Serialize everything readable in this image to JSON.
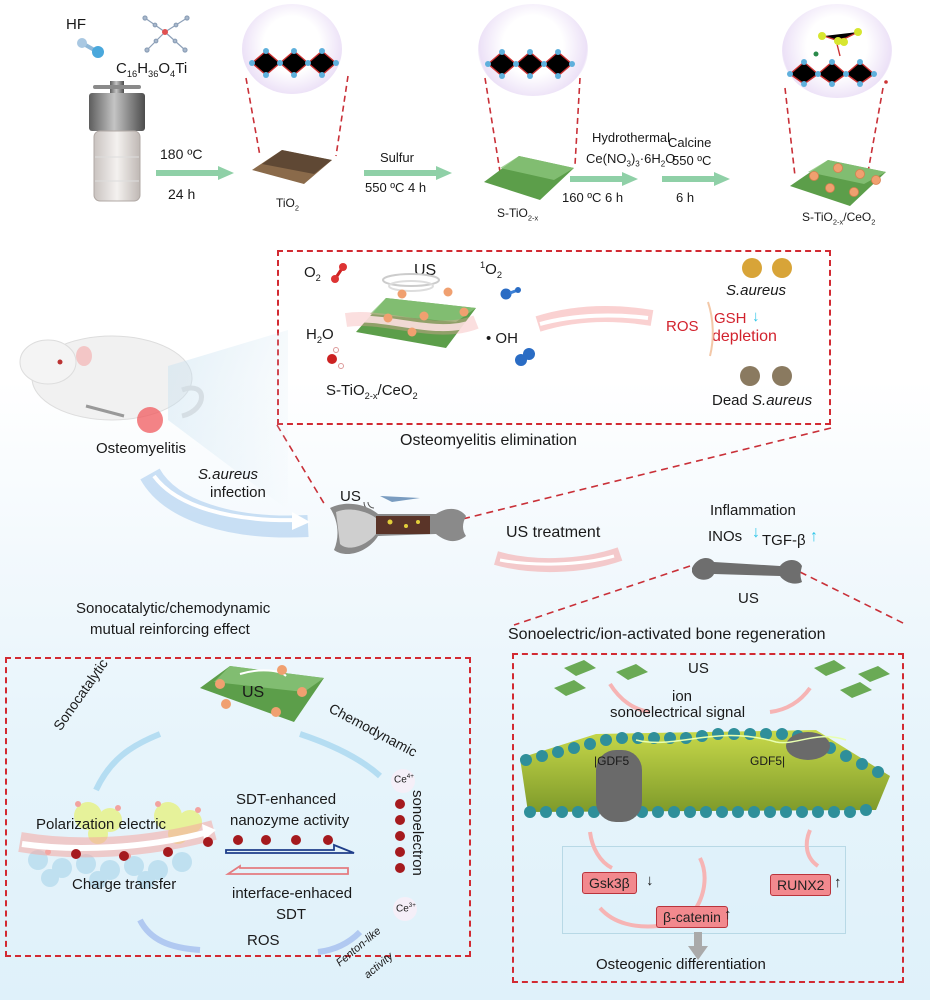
{
  "synthesis": {
    "reagents": {
      "hf": "HF",
      "precursor_main": "C",
      "precursor_sub1": "16",
      "precursor_h": "H",
      "precursor_sub2": "36",
      "precursor_o": "O",
      "precursor_sub3": "4",
      "precursor_ti": "Ti"
    },
    "step1": {
      "temp": "180 ºC",
      "time": "24 h"
    },
    "product1": {
      "main": "TiO",
      "sub": "2"
    },
    "step2": {
      "reagent": "Sulfur",
      "conditions": "550 ºC  4 h"
    },
    "product2": {
      "main": "S-TiO",
      "sub": "2-x"
    },
    "step3": {
      "method": "Hydrothermal",
      "reagent_pre": "Ce(NO",
      "reagent_sub1": "3",
      "reagent_mid": ")",
      "reagent_sub2": "3",
      "reagent_post": "·6H",
      "reagent_sub3": "2",
      "reagent_end": "O",
      "conditions": "160 ºC 6 h"
    },
    "step4": {
      "method": "Calcine",
      "temp": "550 ºC",
      "time": "6 h"
    },
    "product4": {
      "main": "S-TiO",
      "sub": "2-x",
      "suffix": "/CeO",
      "sub2": "2"
    }
  },
  "elimination_panel": {
    "o2": "O",
    "o2_sub": "2",
    "h2o_h": "H",
    "h2o_sub": "2",
    "h2o_o": "O",
    "us": "US",
    "singlet_sup": "1",
    "singlet": "O",
    "singlet_sub": "2",
    "hydroxyl": "• OH",
    "material_main": "S-TiO",
    "material_sub": "2-x",
    "material_suffix": "/CeO",
    "material_sub2": "2",
    "bacteria_live": "S.aureus",
    "ros": "ROS",
    "gsh": "GSH",
    "depletion": "depletion",
    "dead_prefix": "Dead",
    "dead_bacteria": "S.aureus",
    "caption": "Osteomyelitis elimination"
  },
  "infection": {
    "model_label": "Osteomyelitis",
    "pathogen": "S.aureus",
    "infection_label": "infection",
    "us_label": "US"
  },
  "treatment": {
    "arrow_label": "US treatment",
    "inflammation": "Inflammation",
    "inos": "INOs",
    "tgf": "TGF-β",
    "us_label": "US"
  },
  "mutual_panel": {
    "title_line1": "Sonocatalytic/chemodynamic",
    "title_line2": "mutual reinforcing effect",
    "us": "US",
    "sonocatalytic": "Sonocatalytic",
    "chemodynamic": "Chemodynamic",
    "ce4": "Ce",
    "ce4_sup": "4+",
    "ce3": "Ce",
    "ce3_sup": "3+",
    "sonoelectron": "sonoelectron",
    "polarization": "Polarization electric",
    "charge_transfer": "Charge transfer",
    "sdt_line1": "SDT-enhanced",
    "sdt_line2": "nanozyme activity",
    "interface_line1": "interface-enhaced",
    "interface_line2": "SDT",
    "ros": "ROS",
    "fenton_line1": "Fenton-like",
    "fenton_line2": "activity"
  },
  "regeneration_panel": {
    "title": "Sonoelectric/ion-activated bone regeneration",
    "us": "US",
    "ion": "ion",
    "signal": "sonoelectrical signal",
    "gdf5_left": "GDF5",
    "gdf5_right": "GDF5",
    "gsk": "Gsk3β",
    "gsk_trend": "↓",
    "catenin": "β-catenin",
    "catenin_trend": "↑",
    "runx2": "RUNX2",
    "runx2_trend": "↑",
    "outcome": "Osteogenic differentiation"
  },
  "colors": {
    "dashed_border": "#d22a32",
    "accent_red_text": "#d2222d",
    "arrow_green": "#7cc49a",
    "film_green": "#5c9e4a",
    "nanoparticle_orange": "#f0a070",
    "trend_cyan": "#2ec6e8",
    "membrane_teal": "#2f8f9a",
    "chip_pink": "#f2898e"
  }
}
